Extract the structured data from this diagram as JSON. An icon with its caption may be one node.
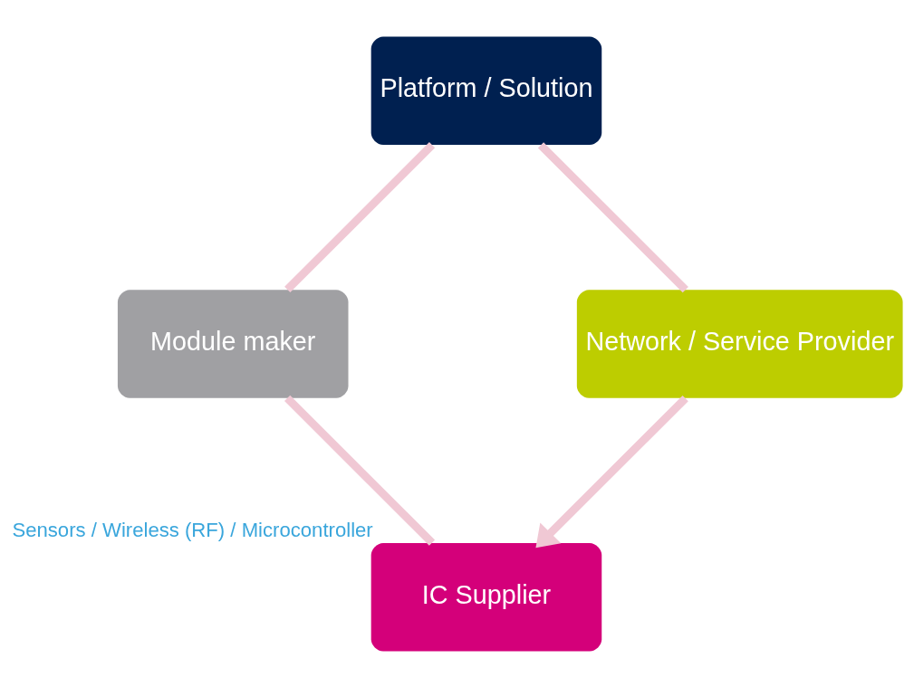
{
  "diagram": {
    "nodes": [
      {
        "text": [
          "IC Supplier"
        ],
        "beside": [
          "Sensors / Wireless (RF) / Microcontroller"
        ]
      },
      {
        "text": [
          "Module maker"
        ]
      },
      {
        "text": [
          "Platform / Solution"
        ]
      },
      {
        "text": [
          "Network / Service Provider"
        ]
      }
    ],
    "edges": [
      {
        "from": 0,
        "to": 1,
        "arrow": "none",
        "color": "#f0c8d4"
      },
      {
        "from": 1,
        "to": 2,
        "arrow": "none",
        "color": "#f0c8d4"
      },
      {
        "from": 2,
        "to": 3,
        "arrow": "none",
        "color": "#f0c8d4"
      },
      {
        "from": 3,
        "to": 0,
        "arrow": "to",
        "color": "#f0c8d4"
      }
    ]
  }
}
